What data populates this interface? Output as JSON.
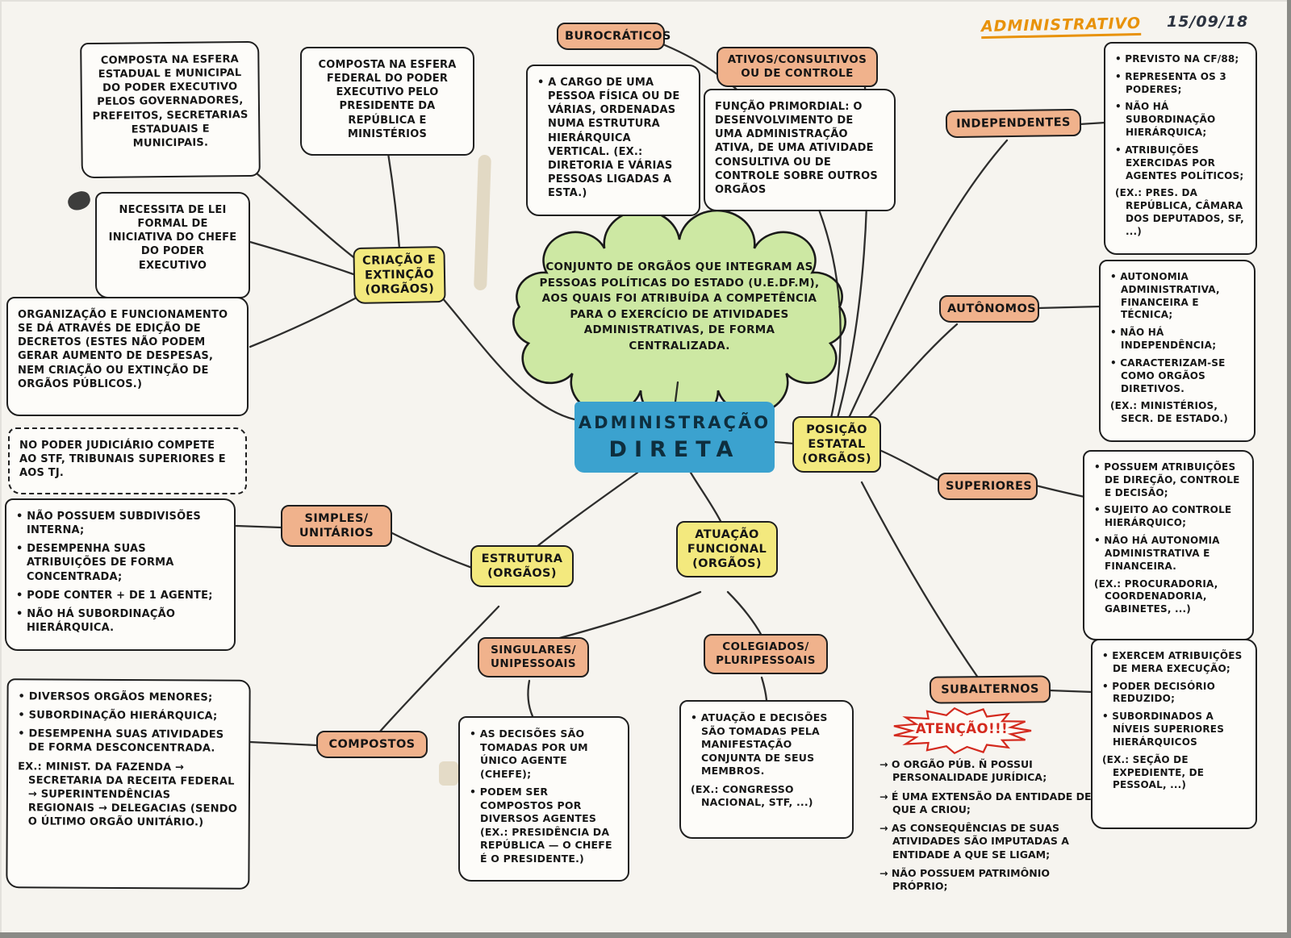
{
  "header": {
    "subject": "ADMINISTRATIVO",
    "date": "15/09/18"
  },
  "center_node": {
    "title": "ADMINISTRAÇÃO",
    "subtitle": "DIRETA"
  },
  "cloud": {
    "text": "CONJUNTO DE ORGÃOS QUE INTEGRAM AS PESSOAS POLÍTICAS DO ESTADO (U.E.DF.M), AOS QUAIS FOI ATRIBUÍDA A COMPETÊNCIA PARA O EXERCÍCIO DE ATIVIDADES ADMINISTRATIVAS, DE FORMA CENTRALIZADA."
  },
  "nodes": {
    "burocraticos": [
      "BUROCRÁTICOS"
    ],
    "ativos_consultivos": [
      "ATIVOS/CONSULTIVOS",
      "OU DE CONTROLE"
    ],
    "independentes": [
      "INDEPENDENTES"
    ],
    "criacao_extincao": [
      "CRIAÇÃO E",
      "EXTINÇÃO",
      "(ORGÃOS)"
    ],
    "autonomos": [
      "AUTÔNOMOS"
    ],
    "posicao_estatal": [
      "POSIÇÃO",
      "ESTATAL",
      "(ORGÃOS)"
    ],
    "superiores": [
      "SUPERIORES"
    ],
    "simples_unitarios": [
      "SIMPLES/",
      "UNITÁRIOS"
    ],
    "estrutura": [
      "ESTRUTURA",
      "(ORGÃOS)"
    ],
    "atuacao_funcional": [
      "ATUAÇÃO",
      "FUNCIONAL",
      "(ORGÃOS)"
    ],
    "singulares": [
      "SINGULARES/",
      "UNIPESSOAIS"
    ],
    "colegiados": [
      "COLEGIADOS/",
      "PLURIPESSOAIS"
    ],
    "compostos": [
      "COMPOSTOS"
    ],
    "subalternos": [
      "SUBALTERNOS"
    ]
  },
  "notes": {
    "esfera_estadual": [
      "COMPOSTA NA ESFERA ESTADUAL E MUNICIPAL DO PODER EXECUTIVO PELOS GOVERNADORES, PREFEITOS, SECRETARIAS ESTADUAIS E MUNICIPAIS."
    ],
    "esfera_federal": [
      "COMPOSTA NA ESFERA FEDERAL DO PODER EXECUTIVO PELO PRESIDENTE DA REPÚBLICA E MINISTÉRIOS"
    ],
    "burocraticos": [
      "• A CARGO DE UMA PESSOA FÍSICA OU DE VÁRIAS, ORDENADAS NUMA ESTRUTURA HIERÁRQUICA VERTICAL. (EX.: DIRETORIA E VÁRIAS PESSOAS LIGADAS A ESTA.)"
    ],
    "ativos_consultivos": [
      "FUNÇÃO PRIMORDIAL: O DESENVOLVIMENTO DE UMA ADMINISTRAÇÃO ATIVA, DE UMA ATIVIDADE CONSULTIVA OU DE CONTROLE SOBRE OUTROS ORGÃOS"
    ],
    "independentes": [
      "• PREVISTO NA CF/88;",
      "• REPRESENTA OS 3 PODERES;",
      "• NÃO HÁ SUBORDINAÇÃO HIERÁRQUICA;",
      "• ATRIBUIÇÕES EXERCIDAS POR AGENTES POLÍTICOS;",
      "(EX.: PRES. DA REPÚBLICA, CÂMARA DOS DEPUTADOS, SF, ...)"
    ],
    "necessita_lei": [
      "NECESSITA DE LEI FORMAL DE INICIATIVA DO CHEFE DO PODER EXECUTIVO"
    ],
    "autonomos": [
      "• AUTONOMIA ADMINISTRATIVA, FINANCEIRA E TÉCNICA;",
      "• NÃO HÁ INDEPENDÊNCIA;",
      "• CARACTERIZAM-SE COMO ORGÃOS DIRETIVOS.",
      "(EX.: MINISTÉRIOS, SECR. DE ESTADO.)"
    ],
    "organizacao": [
      "ORGANIZAÇÃO E FUNCIONAMENTO SE DÁ ATRAVÉS DE EDIÇÃO DE DECRETOS (ESTES NÃO PODEM GERAR AUMENTO DE DESPESAS, NEM CRIAÇÃO OU EXTINÇÃO DE ORGÃOS PÚBLICOS.)"
    ],
    "judiciario": [
      "NO PODER JUDICIÁRIO COMPETE AO STF, TRIBUNAIS SUPERIORES E AOS TJ."
    ],
    "superiores": [
      "• POSSUEM ATRIBUIÇÕES DE DIREÇÃO, CONTROLE E DECISÃO;",
      "• SUJEITO AO CONTROLE HIERÁRQUICO;",
      "• NÃO HÁ AUTONOMIA ADMINISTRATIVA E FINANCEIRA.",
      "(EX.: PROCURADORIA, COORDENADORIA, GABINETES, ...)"
    ],
    "simples": [
      "• NÃO POSSUEM SUBDIVISÕES INTERNA;",
      "• DESEMPENHA SUAS ATRIBUIÇÕES DE FORMA CONCENTRADA;",
      "• PODE CONTER + DE 1 AGENTE;",
      "• NÃO HÁ SUBORDINAÇÃO HIERÁRQUICA."
    ],
    "compostos": [
      "• DIVERSOS ORGÃOS MENORES;",
      "• SUBORDINAÇÃO HIERÁRQUICA;",
      "• DESEMPENHA SUAS ATIVIDADES DE FORMA DESCONCENTRADA.",
      "EX.: MINIST. DA FAZENDA → SECRETARIA DA RECEITA FEDERAL → SUPERINTENDÊNCIAS REGIONAIS → DELEGACIAS (SENDO O ÚLTIMO ORGÃO UNITÁRIO.)"
    ],
    "singulares": [
      "• AS DECISÕES SÃO TOMADAS POR UM ÚNICO AGENTE (CHEFE);",
      "• PODEM SER COMPOSTOS POR DIVERSOS AGENTES (EX.: PRESIDÊNCIA DA REPÚBLICA — O CHEFE É O PRESIDENTE.)"
    ],
    "colegiados": [
      "• ATUAÇÃO E DECISÕES SÃO TOMADAS PELA MANIFESTAÇÃO CONJUNTA DE SEUS MEMBROS.",
      "(EX.: CONGRESSO NACIONAL, STF, ...)"
    ],
    "subalternos": [
      "• EXERCEM ATRIBUIÇÕES DE MERA EXECUÇÃO;",
      "• PODER DECISÓRIO REDUZIDO;",
      "• SUBORDINADOS A NÍVEIS SUPERIORES HIERÁRQUICOS",
      "(EX.: SEÇÃO DE EXPEDIENTE, DE PESSOAL, ...)"
    ]
  },
  "attention": {
    "title": "ATENÇÃO!!!",
    "items": [
      "→ O ORGÃO PÚB. Ñ POSSUI PERSONALIDADE JURÍDICA;",
      "→ É UMA EXTENSÃO DA ENTIDADE DE QUE A CRIOU;",
      "→ AS CONSEQUÊNCIAS DE SUAS ATIVIDADES SÃO IMPUTADAS A ENTIDADE A QUE SE LIGAM;",
      "→ NÃO POSSUEM PATRIMÔNIO PRÓPRIO;"
    ]
  },
  "colors": {
    "salmon": "#f0b28c",
    "yellow": "#f3e97e",
    "blue": "#3ba2cf",
    "green": "#cde8a3",
    "red": "#d42a1e",
    "orange": "#e8920a"
  }
}
